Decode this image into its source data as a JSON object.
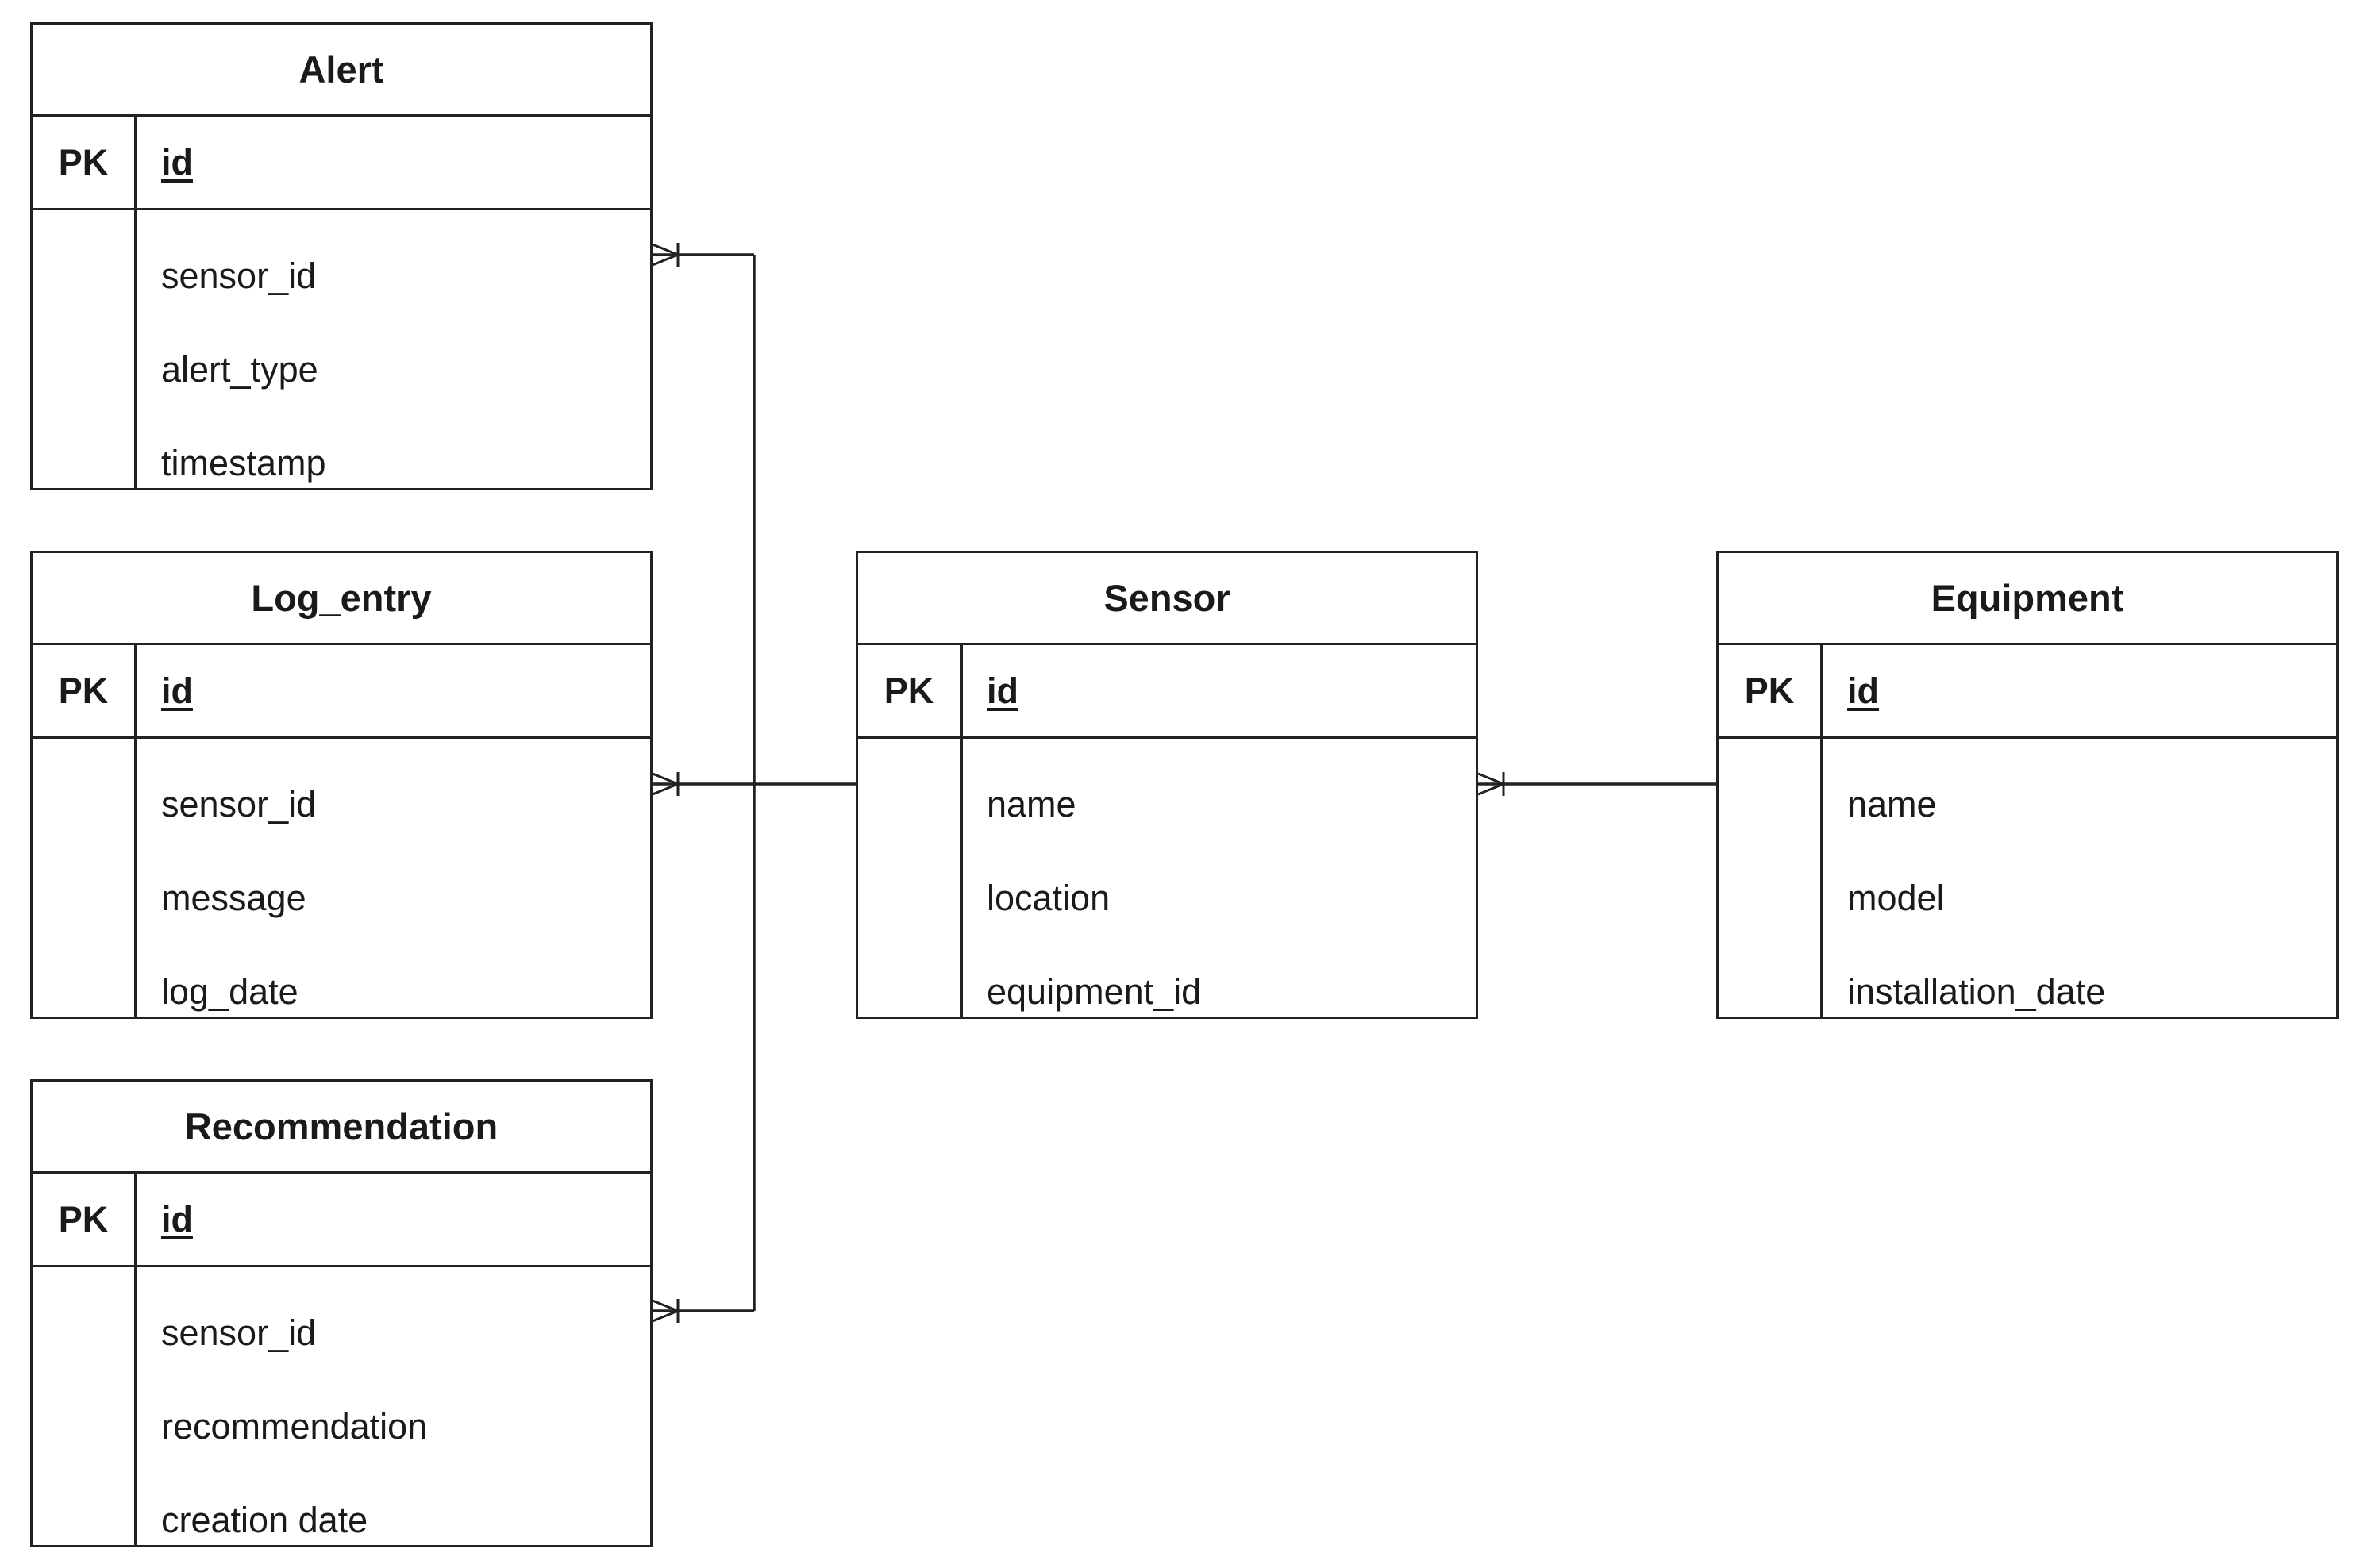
{
  "entities": {
    "alert": {
      "name": "Alert",
      "pk_label": "PK",
      "pk_field": "id",
      "fields": [
        "sensor_id",
        "alert_type",
        "timestamp"
      ]
    },
    "log_entry": {
      "name": "Log_entry",
      "pk_label": "PK",
      "pk_field": "id",
      "fields": [
        "sensor_id",
        "message",
        "log_date"
      ]
    },
    "recommendation": {
      "name": "Recommendation",
      "pk_label": "PK",
      "pk_field": "id",
      "fields": [
        "sensor_id",
        "recommendation",
        "creation date"
      ]
    },
    "sensor": {
      "name": "Sensor",
      "pk_label": "PK",
      "pk_field": "id",
      "fields": [
        "name",
        "location",
        "equipment_id"
      ]
    },
    "equipment": {
      "name": "Equipment",
      "pk_label": "PK",
      "pk_field": "id",
      "fields": [
        "name",
        "model",
        "installation_date"
      ]
    }
  },
  "relationships": [
    {
      "from": "alert.sensor_id",
      "to": "sensor",
      "cardinality": "many-to-one"
    },
    {
      "from": "log_entry.sensor_id",
      "to": "sensor",
      "cardinality": "many-to-one"
    },
    {
      "from": "recommendation.sensor_id",
      "to": "sensor",
      "cardinality": "many-to-one"
    },
    {
      "from": "sensor.equipment_id",
      "to": "equipment",
      "cardinality": "many-to-one"
    }
  ]
}
